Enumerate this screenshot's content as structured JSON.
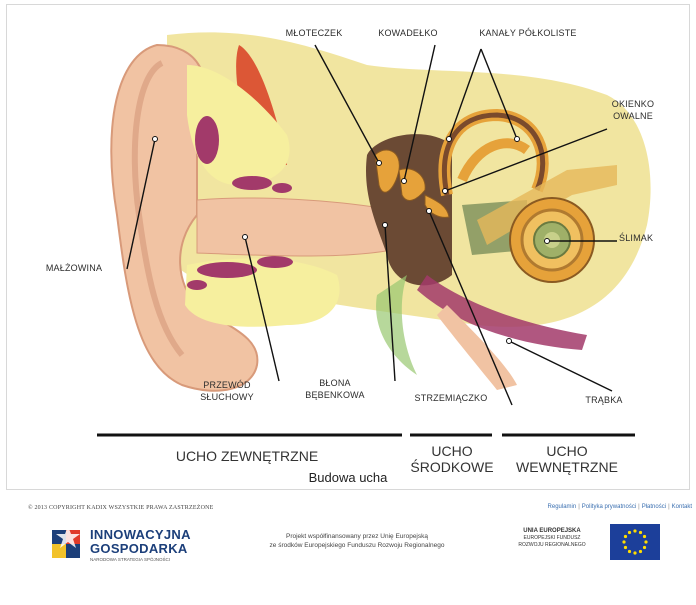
{
  "diagram": {
    "labels": {
      "mloteczek": "MŁOTECZEK",
      "kowadelko": "KOWADEŁKO",
      "kanaly": "KANAŁY PÓŁKOLISTE",
      "okienko_1": "OKIENKO",
      "okienko_2": "OWALNE",
      "slimak": "ŚLIMAK",
      "malzowina": "MAŁŻOWINA",
      "przewod_1": "PRZEWÓD",
      "przewod_2": "SŁUCHOWY",
      "blona_1": "BŁONA",
      "blona_2": "BĘBENKOWA",
      "strzemiaczko": "STRZEMIĄCZKO",
      "trabka": "TRĄBKA"
    },
    "sections": {
      "outer": "UCHO ZEWNĘTRZNE",
      "middle_1": "UCHO",
      "middle_2": "ŚRODKOWE",
      "inner_1": "UCHO",
      "inner_2": "WEWNĘTRZNE"
    },
    "caption": "Budowa ucha"
  },
  "footer": {
    "copyright": "© 2013 COPYRIGHT KADIX WSZYSTKIE PRAWA ZASTRZEŻONE",
    "links": [
      "Regulamin",
      "Polityka prywatności",
      "Płatności",
      "Kontakt"
    ],
    "ig_line1": "INNOWACYJNA",
    "ig_line2": "GOSPODARKA",
    "ig_sub": "NARODOWA STRATEGIA SPÓJNOŚCI",
    "project_line1": "Projekt współfinansowany przez Unię Europejską",
    "project_line2": "ze środków Europejskiego Funduszu Rozwoju Regionalnego",
    "ue_line1": "UNIA EUROPEJSKA",
    "ue_line2": "EUROPEJSKI FUNDUSZ",
    "ue_line3": "ROZWOJU REGIONALNEGO"
  },
  "colors": {
    "skin": "#f1c3a3",
    "bone": "#f3e9a6",
    "cartilage": "#a23a6a",
    "middle_ear": "#6b4a34",
    "cochlea": "#e6a23a",
    "eu_blue": "#1c3f9a",
    "eu_star": "#ffdd00"
  }
}
